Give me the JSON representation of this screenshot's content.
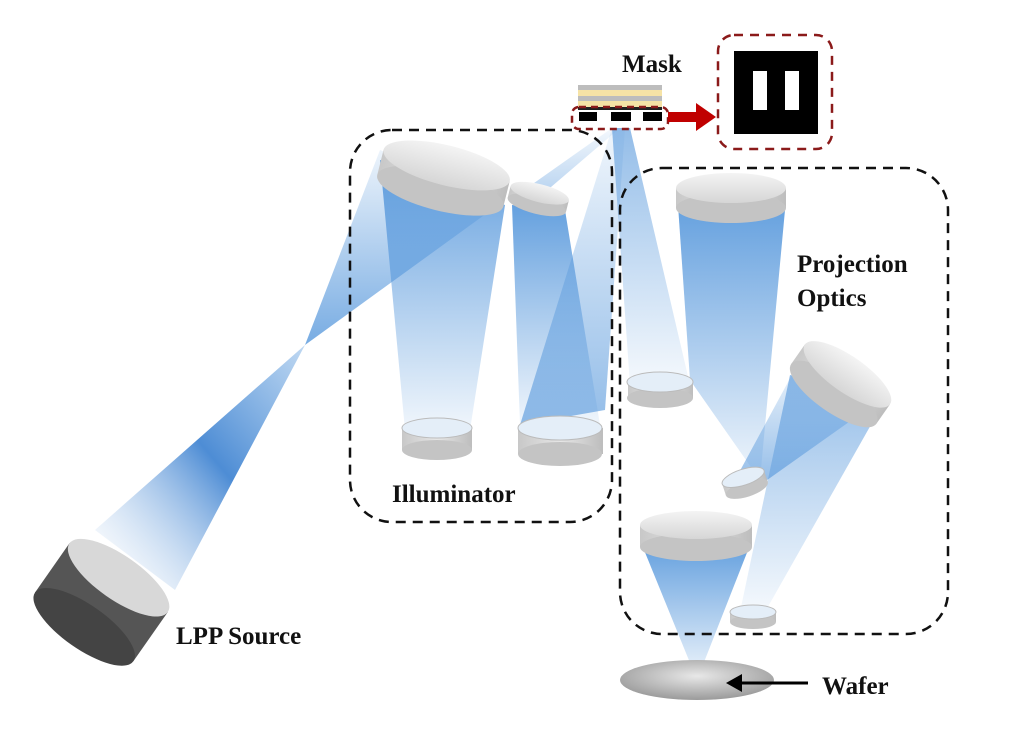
{
  "labels": {
    "mask": "Mask",
    "projection_line1": "Projection",
    "projection_line2": "Optics",
    "illuminator": "Illuminator",
    "source": "LPP Source",
    "wafer": "Wafer"
  },
  "colors": {
    "beam": "#4a90d9",
    "dash_box": "#111111",
    "mask_highlight": "#8b1a1a",
    "arrow_red": "#c00000"
  }
}
